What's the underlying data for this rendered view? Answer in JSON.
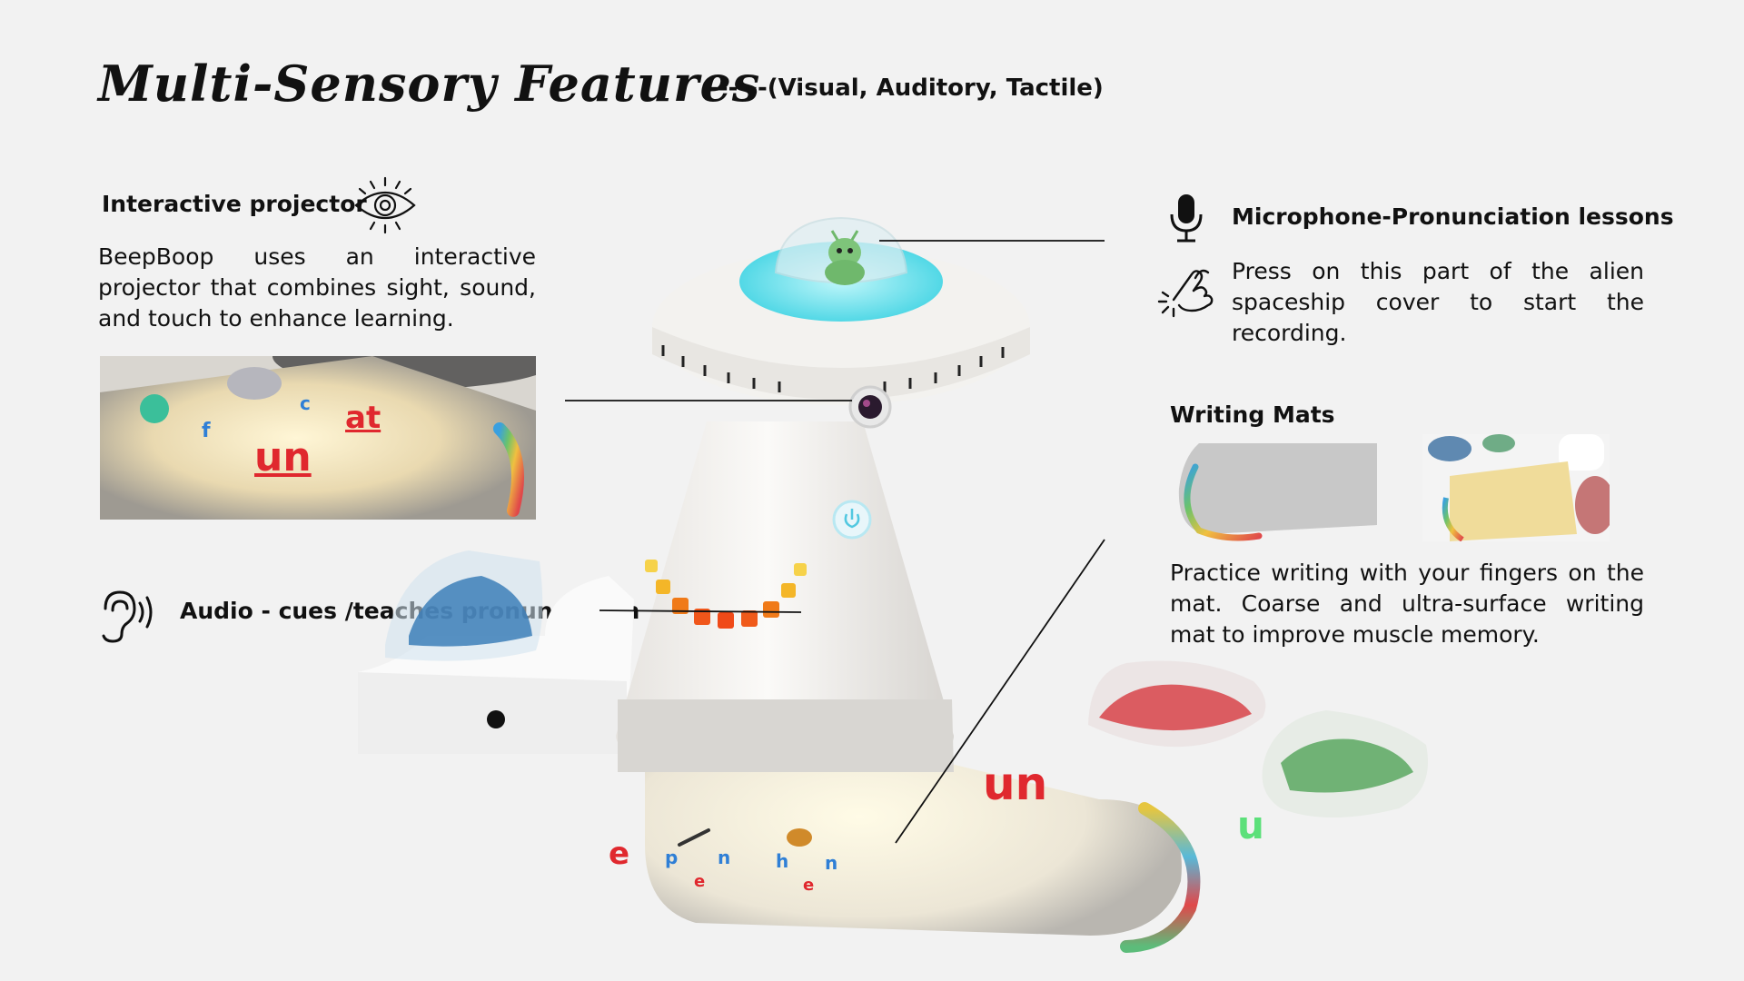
{
  "title": "Multi-Sensory Features",
  "subtitle": "------(Visual, Auditory, Tactile)",
  "projector": {
    "heading": "Interactive projector",
    "description": "BeepBoop uses an interactive projector that combines sight, sound, and touch to enhance learning.",
    "icon": "eye-icon",
    "photo_letters": [
      "c",
      "f",
      "at",
      "un"
    ]
  },
  "audio": {
    "heading": "Audio - cues /teaches pronunciation",
    "icon": "ear-icon"
  },
  "microphone": {
    "heading": "Microphone-Pronunciation lessons",
    "description": "Press on this part of the alien spaceship cover to start the recording.",
    "icons": [
      "microphone-icon",
      "finger-press-icon"
    ]
  },
  "writing_mats": {
    "heading": "Writing Mats",
    "description": "Practice writing with your fingers on the mat. Coarse and ultra-surface writing mat to improve muscle memory."
  },
  "render": {
    "mat_letters": [
      "e",
      "p",
      "n",
      "h",
      "n",
      "e",
      "e"
    ],
    "floating_letters": [
      "un",
      "u"
    ]
  },
  "colors": {
    "background": "#f2f2f2",
    "text": "#111111",
    "accent_cyan": "#7fe6ef",
    "accent_red": "#e0282e",
    "accent_blue": "#2f7fd6"
  }
}
